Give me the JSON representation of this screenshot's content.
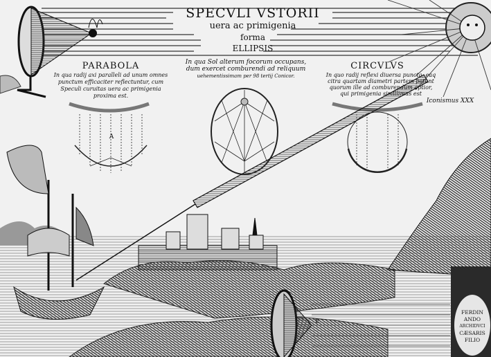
{
  "title": {
    "line1": "SPECVLI VSTORII",
    "line2": "uera ac primigenia",
    "line3": "forma",
    "line4": "ELLIPSIS"
  },
  "ellipse_caption": [
    "In qua Sol alterum focorum occupans,",
    "dum exercet comburendi ad reliquum",
    "uehementissimam  per 98 tertij Conicor."
  ],
  "parabola": {
    "heading": "PARABOLA",
    "caption": [
      "In qua radij axi paralleli ad unum omnes",
      "punctum efficaciter reflectuntur, cum",
      "Speculi curuitas uera ac primigenia",
      "proxima est."
    ],
    "label": "A"
  },
  "circulus": {
    "heading": "CIRCVLVS",
    "caption": [
      "In quo radij reflexi diuersa puncta, eaq",
      "citra quartam diametri partem petunt",
      "quorum ille ad comburendum aptior,",
      "qui primigenia simillimus est"
    ]
  },
  "plate_label": "Iconismus XXX",
  "mirror_label": "E",
  "dedication": [
    "FERDIN",
    "ANDO",
    "ARCHIDVCI",
    "CÆSARIS",
    "FILIO"
  ]
}
